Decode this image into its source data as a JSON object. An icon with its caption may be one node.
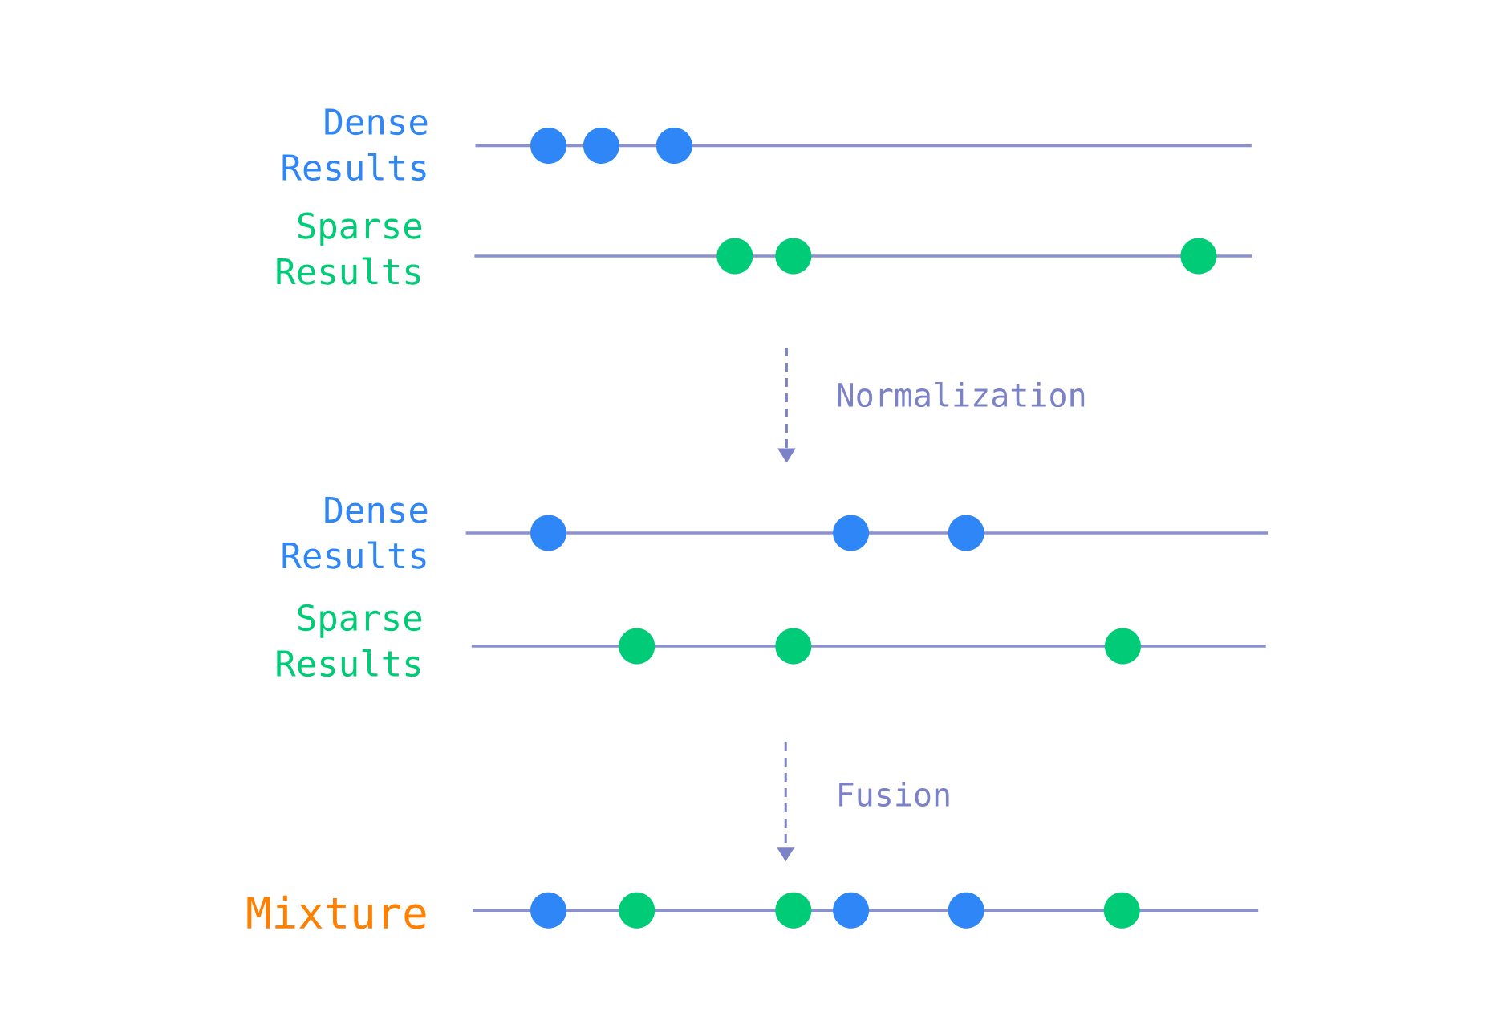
{
  "diagram": {
    "labels": [
      "Dense Results",
      "Sparse Results",
      "Normalization",
      "Dense Results",
      "Sparse Results",
      "Fusion",
      "Mixture"
    ]
  }
}
